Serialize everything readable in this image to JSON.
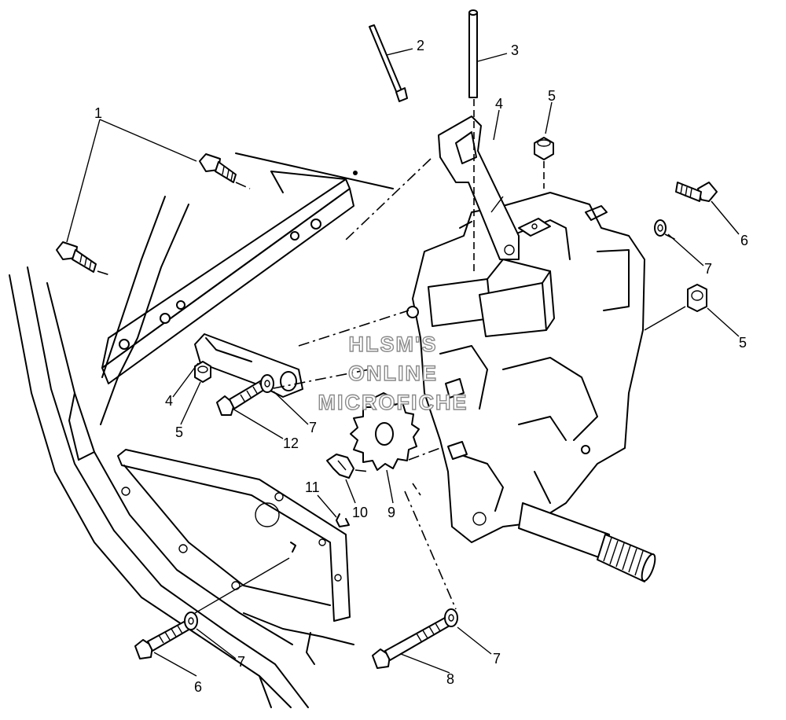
{
  "watermark": {
    "line1": "HLSM'S",
    "line2": "ONLINE",
    "line3": "MICROFICHE"
  },
  "callouts": [
    "1",
    "2",
    "3",
    "4",
    "5",
    "5",
    "6",
    "7",
    "5",
    "4",
    "5",
    "12",
    "7",
    "11",
    "10",
    "9",
    "7",
    "6",
    "8",
    "7"
  ],
  "colors": {
    "ink": "#000000",
    "paper": "#ffffff",
    "watermark": "#8a8a8a"
  }
}
